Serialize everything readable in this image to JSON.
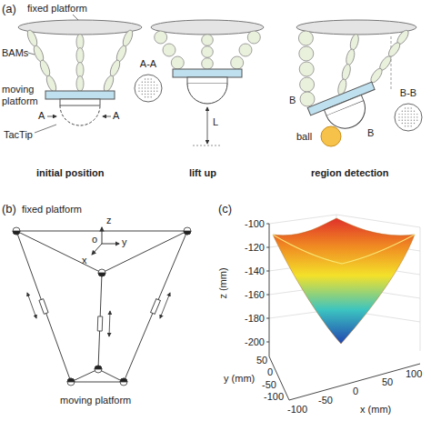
{
  "diagram": {
    "nodes": [
      {
        "text": [
          "A-A"
        ]
      },
      {
        "text": [
          "B-B"
        ]
      }
    ],
    "labels": [
      "(a)",
      "fixed platform",
      "BAMs",
      "moving platform",
      "A",
      "A",
      "TacTip",
      "initial position",
      "L",
      "lift up",
      "B",
      "ball",
      "B",
      "region detection",
      "(b)",
      "fixed platform",
      "z",
      "o",
      "y",
      "x",
      "moving platform",
      "(c)",
      "z (mm)",
      "-100",
      "-120",
      "-140",
      "-160",
      "-180",
      "-200",
      "y (mm)",
      "50",
      "0",
      "-50",
      "-100",
      "-100",
      "-50",
      "0",
      "50",
      "100",
      "x (mm)"
    ]
  }
}
